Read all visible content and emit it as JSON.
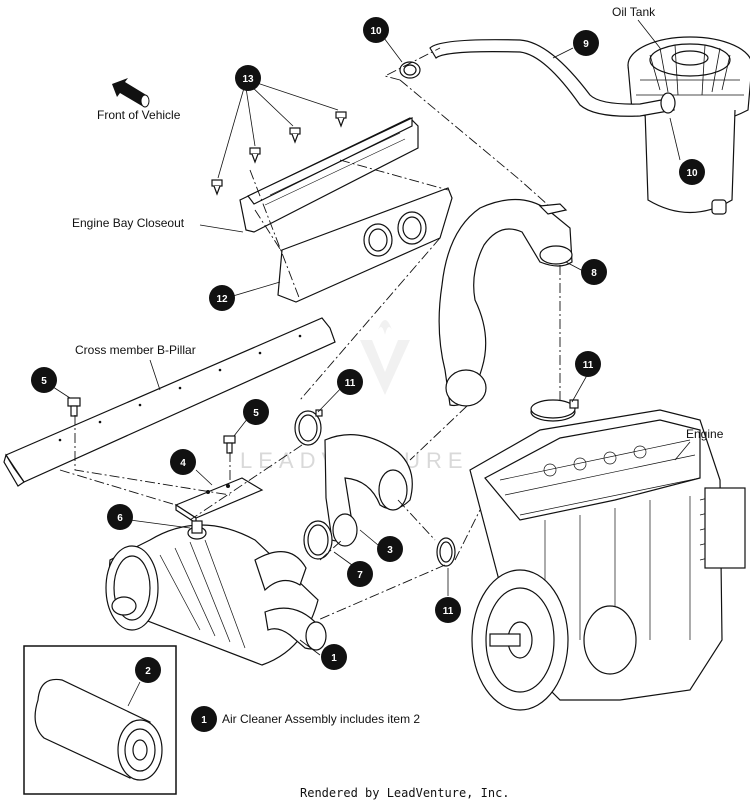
{
  "labels": {
    "oil_tank": "Oil Tank",
    "front_of_vehicle": "Front of Vehicle",
    "engine_bay_closeout": "Engine Bay Closeout",
    "cross_member": "Cross member B-Pillar",
    "engine": "Engine",
    "legend_text": "Air Cleaner Assembly includes item 2",
    "watermark": "LEADVENTURE",
    "footer": "Rendered by LeadVenture, Inc."
  },
  "callouts": {
    "c10_top": "10",
    "c9": "9",
    "c10_tank": "10",
    "c13": "13",
    "c12": "12",
    "c8": "8",
    "c5_left": "5",
    "c11_left": "11",
    "c11_mid": "11",
    "c5_mid": "5",
    "c4": "4",
    "c6": "6",
    "c3": "3",
    "c7": "7",
    "c11_bottom": "11",
    "c1": "1",
    "c2": "2",
    "c1_legend": "1"
  }
}
